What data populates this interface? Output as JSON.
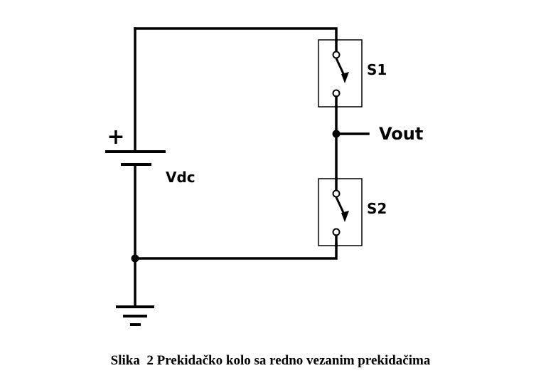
{
  "diagram": {
    "labels": {
      "battery_polarity": "+",
      "source": "Vdc",
      "switch_top": "S1",
      "switch_bottom": "S2",
      "output": "Vout"
    }
  },
  "caption": {
    "text": "Slika  2 Prekidačko kolo sa redno vezanim prekidačima"
  }
}
